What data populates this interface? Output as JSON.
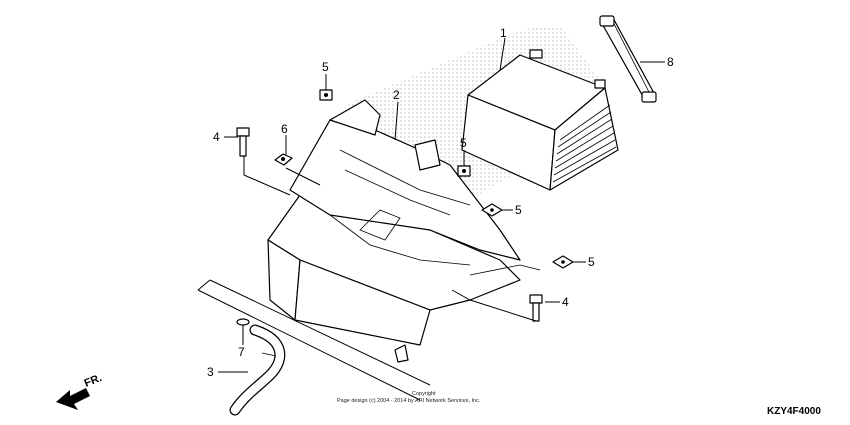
{
  "diagram": {
    "reference_code": "KZY4F4000",
    "copyright_line1": "Copyright",
    "copyright_line2": "Page design (c) 2004 - 2014 by ARI Network Services, Inc.",
    "direction_label": "FR.",
    "callouts": [
      {
        "id": "1",
        "label": "1"
      },
      {
        "id": "2",
        "label": "2"
      },
      {
        "id": "3",
        "label": "3"
      },
      {
        "id": "4a",
        "label": "4"
      },
      {
        "id": "4b",
        "label": "4"
      },
      {
        "id": "5a",
        "label": "5"
      },
      {
        "id": "5b",
        "label": "5"
      },
      {
        "id": "5c",
        "label": "5"
      },
      {
        "id": "5d",
        "label": "5"
      },
      {
        "id": "6",
        "label": "6"
      },
      {
        "id": "7",
        "label": "7"
      },
      {
        "id": "8",
        "label": "8"
      }
    ]
  }
}
